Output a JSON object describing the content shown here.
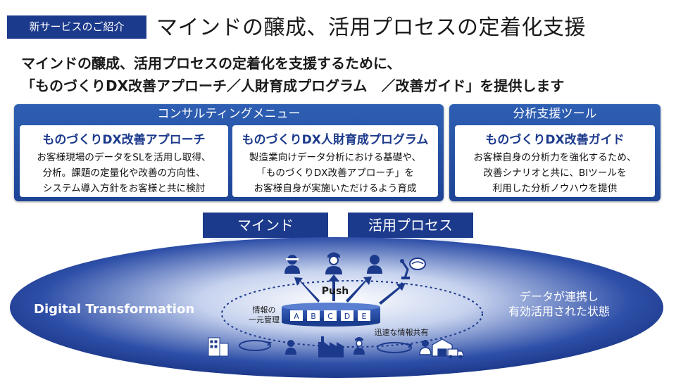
{
  "header": {
    "tag": "新サービスのご紹介",
    "title": "マインドの醸成、活用プロセスの定着化支援"
  },
  "intro": {
    "line1": "マインドの醸成、活用プロセスの定着化を支援するために、",
    "line2": "「ものづくりDX改善アプローチ／人財育成プログラム　／改善ガイド」を提供します"
  },
  "consulting": {
    "heading": "コンサルティングメニュー",
    "cards": [
      {
        "title": "ものづくりDX改善アプローチ",
        "body": "お客様現場のデータをSLを活用し取得、\n分析。課題の定量化や改善の方向性、\nシステム導入方針をお客様と共に検討"
      },
      {
        "title": "ものづくりDX人財育成プログラム",
        "body": "製造業向けデータ分析における基礎や、\n「ものづくりDX改善アプローチ」を\nお客様自身が実施いただけるよう育成"
      }
    ]
  },
  "tool": {
    "heading": "分析支援ツール",
    "card": {
      "title": "ものづくりDX改善ガイド",
      "body": "お客様自身の分析力を強化するため、\n改善シナリオと共に、BIツールを\n利用した分析ノウハウを提供"
    }
  },
  "banners": {
    "left": "マインド",
    "right": "活用プロセス"
  },
  "ellipse": {
    "label": "Digital Transformation",
    "push": "Push",
    "info_left": "情報の\n一元管理",
    "info_right": "迅速な情報共有",
    "state_line1": "データが連携し",
    "state_line2": "有効活用された状態",
    "db_letters": [
      "A",
      "B",
      "C",
      "D",
      "E"
    ]
  },
  "colors": {
    "navy": "#1c3a8c",
    "panel": "#2560b0"
  }
}
